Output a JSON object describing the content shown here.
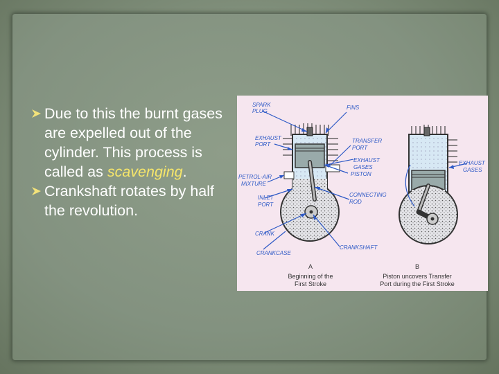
{
  "slide": {
    "bullets": [
      {
        "text_before": "Due to this the burnt gases are expelled out of the cylinder. This process is called as ",
        "highlight": "scavenging",
        "text_after": "."
      },
      {
        "text_before": "Crankshaft rotates by half the revolution.",
        "highlight": "",
        "text_after": ""
      }
    ],
    "highlight_color": "#f6e66a",
    "bullet_icon": "arrow-bullet-icon"
  },
  "diagram": {
    "labels": {
      "spark_plug_1": "SPARK",
      "spark_plug_2": "PLUG",
      "fins": "FINS",
      "exhaust_port_1": "EXHAUST",
      "exhaust_port_2": "PORT",
      "transfer_port_1": "TRANSFER",
      "transfer_port_2": "PORT",
      "exhaust_gases_1": "EXHAUST",
      "exhaust_gases_2": "GASES",
      "petrol_air_1": "PETROL-AIR",
      "petrol_air_2": "MIXTURE",
      "inlet_port_1": "INLET",
      "inlet_port_2": "PORT",
      "piston": "PISTON",
      "connecting_rod_1": "CONNECTING",
      "connecting_rod_2": "ROD",
      "crank": "CRANK",
      "crankshaft": "CRANKSHAFT",
      "crankcase": "CRANKCASE",
      "exhaust_gases_b_1": "EXHAUST",
      "exhaust_gases_b_2": "GASES"
    },
    "caption_a": {
      "letter": "A",
      "line1": "Beginning  of  the",
      "line2": "First  Stroke"
    },
    "caption_b": {
      "letter": "B",
      "line1": "Piston  uncovers  Transfer",
      "line2": "Port  during  the  First  Stroke"
    },
    "colors": {
      "label": "#2d59c6",
      "caption": "#333333",
      "background": "#f6e6ef"
    }
  }
}
